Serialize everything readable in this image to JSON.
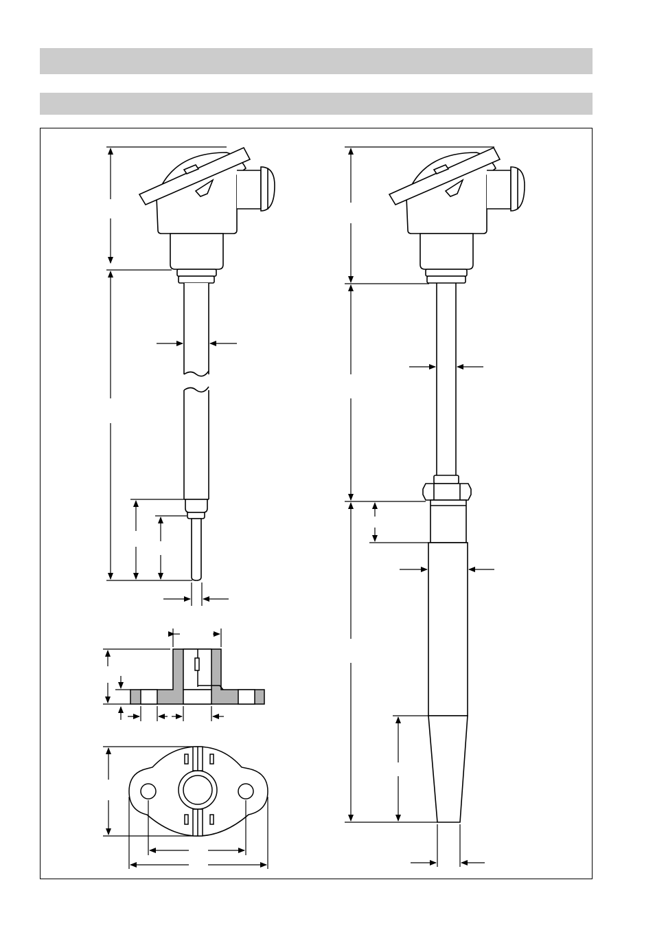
{
  "page": {
    "header_bar_color": "#cccccc",
    "subheader_bar_color": "#cccccc",
    "frame_color": "#000000",
    "body_fill": "#ffffff",
    "section_fill": "#b3b3b3"
  },
  "figure": {
    "views": [
      "thermometer-straight-stepped-tip",
      "thermometer-tapered-thermowell",
      "flange-section-view",
      "flange-top-view"
    ]
  }
}
